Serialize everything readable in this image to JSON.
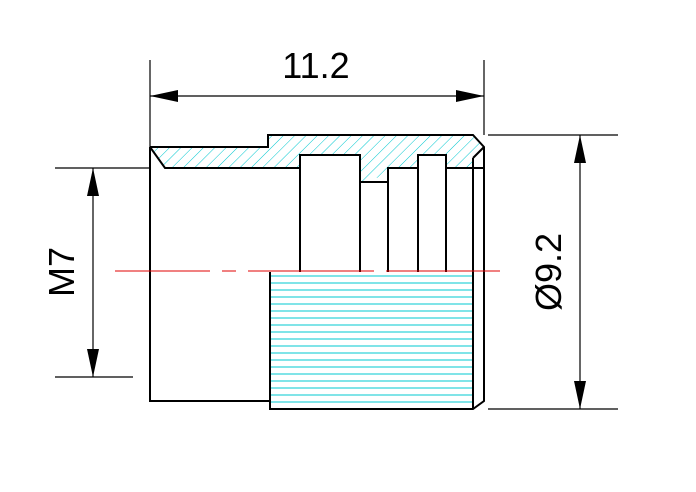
{
  "dimensions": {
    "length": "11.2",
    "thread": "M7",
    "diameter": "Ø9.2"
  },
  "colors": {
    "outline": "#000000",
    "hatch": "#00c8d0",
    "centerline": "#e00000",
    "background": "#ffffff"
  }
}
